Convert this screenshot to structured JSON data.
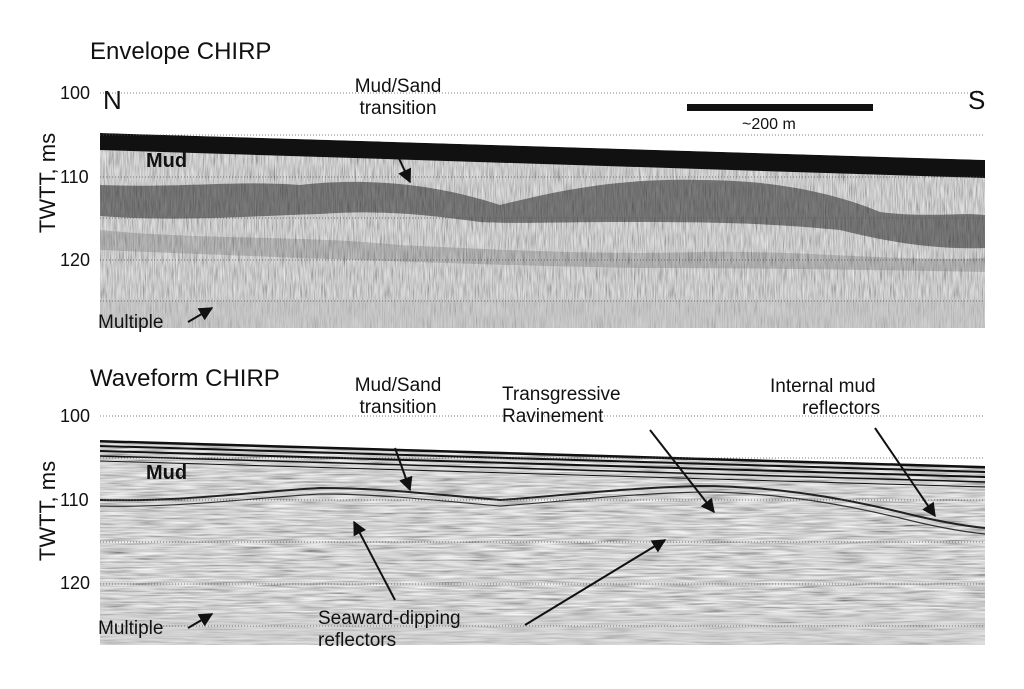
{
  "panels": [
    {
      "title": "Envelope CHIRP",
      "ylabel": "TWTT, ms",
      "ticks": [
        "100",
        "110",
        "120"
      ],
      "direction_left": "N",
      "direction_right": "S",
      "scale_label": "~200 m",
      "labels": {
        "mud": "Mud",
        "mud_sand_line1": "Mud/Sand",
        "mud_sand_line2": "transition",
        "multiple": "Multiple"
      }
    },
    {
      "title": "Waveform CHIRP",
      "ylabel": "TWTT, ms",
      "ticks": [
        "100",
        "110",
        "120"
      ],
      "labels": {
        "mud": "Mud",
        "mud_sand_line1": "Mud/Sand",
        "mud_sand_line2": "transition",
        "transgressive_line1": "Transgressive",
        "transgressive_line2": "Ravinement",
        "internal_line1": "Internal mud",
        "internal_line2": "reflectors",
        "seaward_line1": "Seaward-dipping",
        "seaward_line2": "reflectors",
        "multiple": "Multiple"
      }
    }
  ],
  "colors": {
    "seafloor": "#111111",
    "sediment_dark": "#3a3a3a",
    "sediment_light": "#e8e8e8",
    "gridline": "#555555"
  }
}
